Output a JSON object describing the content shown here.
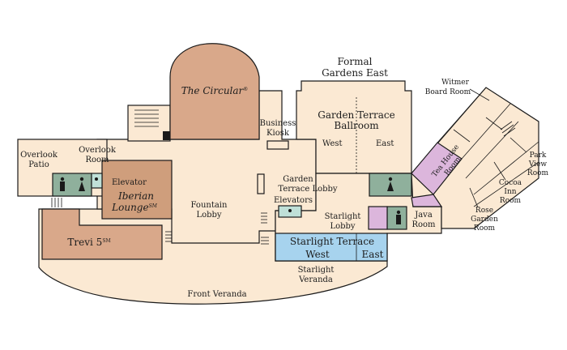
{
  "colors": {
    "floor": "#fbe9d3",
    "room_brown": "#d9a88a",
    "lounge_brown": "#cf9e7c",
    "restroom_green": "#8fb09c",
    "starlight_blue": "#a7d3ee",
    "lavender": "#dcb6dc",
    "elevator_teal": "#bfe0d8",
    "outline": "#1a1a1a"
  },
  "rooms": {
    "the_circular": "The Circular",
    "formal_gardens_east_1": "Formal",
    "formal_gardens_east_2": "Gardens East",
    "garden_terrace_ballroom_1": "Garden Terrace",
    "garden_terrace_ballroom_2": "Ballroom",
    "ballroom_west": "West",
    "ballroom_east": "East",
    "business_kiosk_1": "Business",
    "business_kiosk_2": "Kiosk",
    "overlook_patio_1": "Overlook",
    "overlook_patio_2": "Patio",
    "overlook_room_1": "Overlook",
    "overlook_room_2": "Room",
    "elevator": "Elevator",
    "iberian_lounge_1": "Iberian",
    "iberian_lounge_2": "Lounge",
    "fountain_lobby_1": "Fountain",
    "fountain_lobby_2": "Lobby",
    "garden_terrace_lobby_1": "Garden",
    "garden_terrace_lobby_2": "Terrace Lobby",
    "elevators": "Elevators",
    "starlight_lobby_1": "Starlight",
    "starlight_lobby_2": "Lobby",
    "starlight_terrace": "Starlight Terrace",
    "starlight_terrace_west": "West",
    "starlight_terrace_east": "East",
    "trevi_5": "Trevi 5",
    "starlight_veranda_1": "Starlight",
    "starlight_veranda_2": "Veranda",
    "front_veranda": "Front Veranda",
    "java_room_1": "Java",
    "java_room_2": "Room",
    "witmer_board_room_1": "Witmer",
    "witmer_board_room_2": "Board Room",
    "tea_house_room_1": "Tea House",
    "tea_house_room_2": "Room",
    "park_view_room_1": "Park",
    "park_view_room_2": "View",
    "park_view_room_3": "Room",
    "cocoa_inn_room_1": "Cocoa",
    "cocoa_inn_room_2": "Inn",
    "cocoa_inn_room_3": "Room",
    "rose_garden_room_1": "Rose",
    "rose_garden_room_2": "Garden",
    "rose_garden_room_3": "Room"
  },
  "marks": {
    "service_mark": "SM",
    "registered": "®"
  },
  "icons": [
    "restroom-men-icon",
    "restroom-women-icon",
    "stairs-icon",
    "elevator-icon"
  ]
}
